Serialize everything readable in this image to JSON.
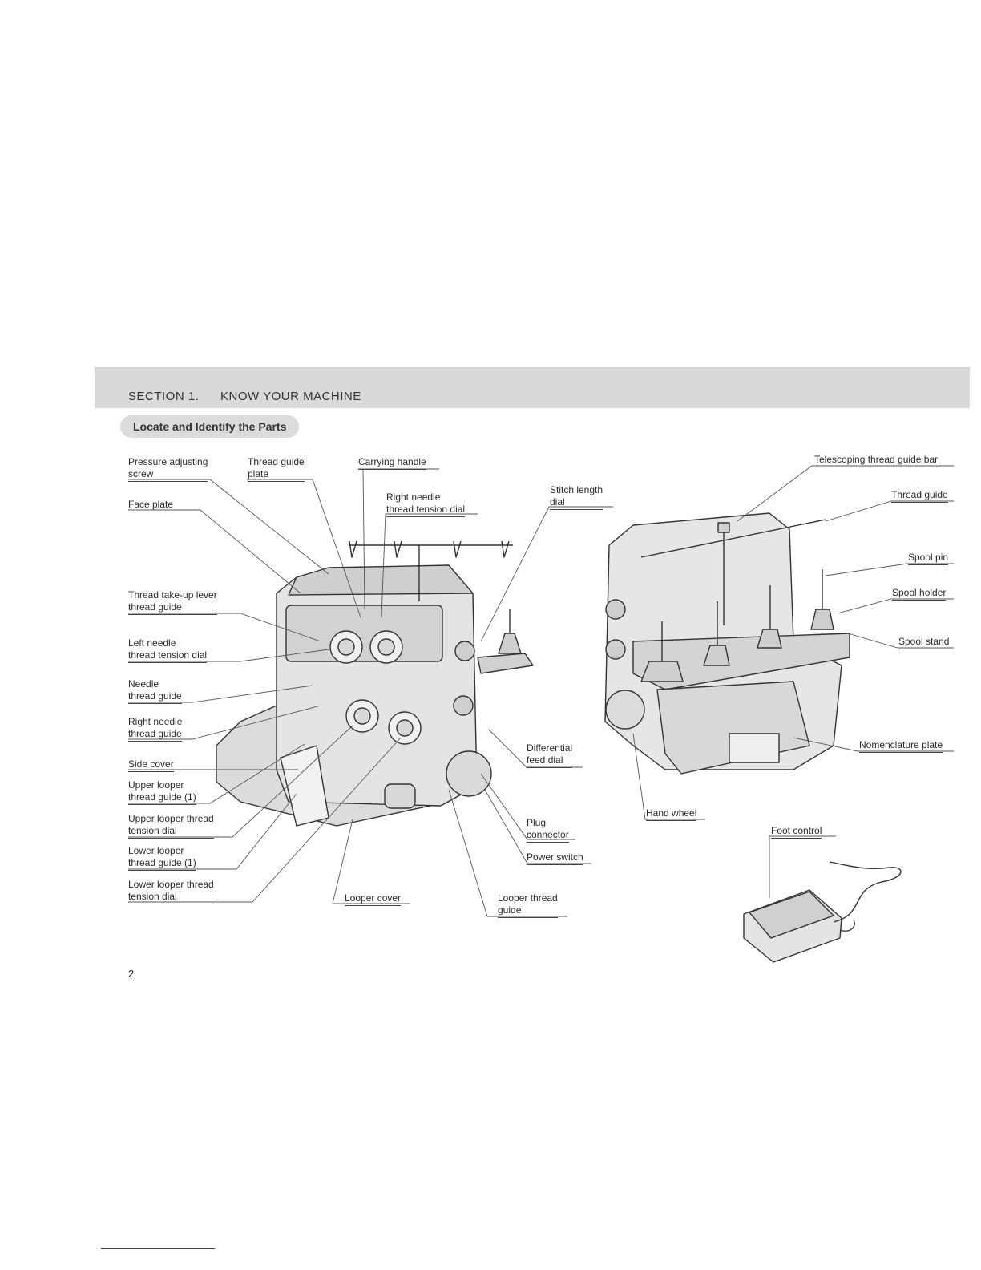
{
  "section": {
    "number": "SECTION 1.",
    "title": "KNOW YOUR MACHINE"
  },
  "subtitle": "Locate and Identify the Parts",
  "labels": {
    "pressure_adjusting_screw": [
      "Pressure adjusting",
      "screw"
    ],
    "thread_guide_plate": [
      "Thread guide",
      "plate"
    ],
    "carrying_handle": [
      "Carrying handle"
    ],
    "right_needle_thread_tension_dial": [
      "Right needle",
      "thread tension dial"
    ],
    "stitch_length_dial": [
      "Stitch length",
      "dial"
    ],
    "face_plate": [
      "Face plate"
    ],
    "thread_take_up_lever_thread_guide": [
      "Thread take-up lever",
      "thread guide"
    ],
    "left_needle_thread_tension_dial": [
      "Left needle",
      "thread tension dial"
    ],
    "needle_thread_guide": [
      "Needle",
      "thread guide"
    ],
    "right_needle_thread_guide": [
      "Right needle",
      "thread guide"
    ],
    "side_cover": [
      "Side cover"
    ],
    "upper_looper_thread_guide": [
      "Upper looper",
      "thread guide (1)"
    ],
    "upper_looper_thread_tension_dial": [
      "Upper looper thread",
      "tension dial"
    ],
    "lower_looper_thread_guide": [
      "Lower looper",
      "thread guide (1)"
    ],
    "lower_looper_thread_tension_dial": [
      "Lower looper thread",
      "tension dial"
    ],
    "looper_cover": [
      "Looper cover"
    ],
    "looper_thread_guide": [
      "Looper thread",
      "guide"
    ],
    "differential_feed_dial": [
      "Differential",
      "feed dial"
    ],
    "plug_connector": [
      "Plug",
      "connector"
    ],
    "power_switch": [
      "Power switch"
    ],
    "telescoping_thread_guide_bar": [
      "Telescoping thread guide bar"
    ],
    "thread_guide": [
      "Thread guide"
    ],
    "spool_pin": [
      "Spool pin"
    ],
    "spool_holder": [
      "Spool holder"
    ],
    "spool_stand": [
      "Spool stand"
    ],
    "nomenclature_plate": [
      "Nomenclature plate"
    ],
    "hand_wheel": [
      "Hand wheel"
    ],
    "foot_control": [
      "Foot control"
    ]
  },
  "page_number": "2"
}
